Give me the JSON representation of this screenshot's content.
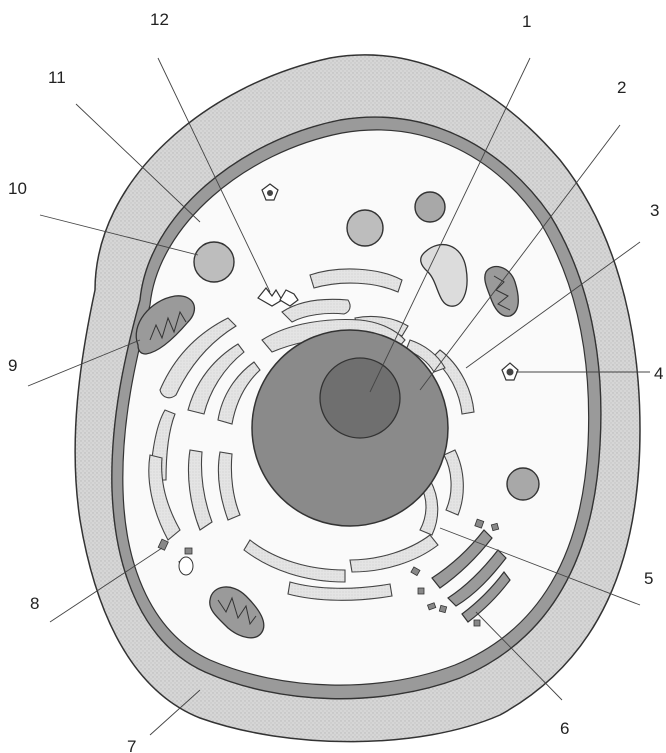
{
  "diagram": {
    "labels": [
      {
        "id": "1",
        "text": "1"
      },
      {
        "id": "2",
        "text": "2"
      },
      {
        "id": "3",
        "text": "3"
      },
      {
        "id": "4",
        "text": "4"
      },
      {
        "id": "5",
        "text": "5"
      },
      {
        "id": "6",
        "text": "6"
      },
      {
        "id": "7",
        "text": "7"
      },
      {
        "id": "8",
        "text": "8"
      },
      {
        "id": "9",
        "text": "9"
      },
      {
        "id": "10",
        "text": "10"
      },
      {
        "id": "11",
        "text": "11"
      },
      {
        "id": "12",
        "text": "12"
      }
    ],
    "colors": {
      "cell_wall": "#cfcfcf",
      "membrane": "#8f8f8f",
      "nucleus": "#8a8a8a",
      "nucleolus": "#6f6f6f",
      "organelle_light": "#e6e6e6",
      "organelle_mid": "#bdbdbd",
      "mitochondrion": "#9a9a9a",
      "outline": "#333333"
    }
  }
}
